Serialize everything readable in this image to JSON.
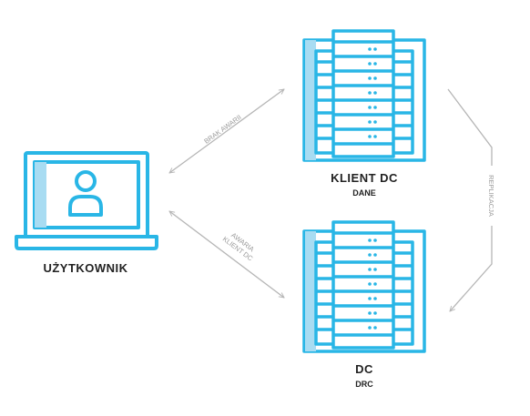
{
  "nodes": {
    "user": {
      "title": "UŻYTKOWNIK"
    },
    "client_dc": {
      "title": "KLIENT DC",
      "subtitle": "DANE"
    },
    "dc": {
      "title": "DC",
      "subtitle": "DRC"
    }
  },
  "edges": {
    "normal": {
      "label": "BRAK AWARII"
    },
    "failover": {
      "label_line1": "AWARIA",
      "label_line2": "KLIENT DC"
    },
    "replication": {
      "label": "REPLIKACJA"
    }
  },
  "colors": {
    "accent": "#29b6e6",
    "accent_light": "#a8dcf2",
    "arrow": "#b5b5b5",
    "label_dark": "#222222",
    "label_gray": "#9a9a9a"
  }
}
